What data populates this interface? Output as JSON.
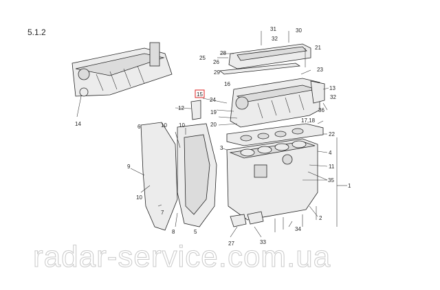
{
  "section_number": "5.1.2",
  "watermark": "radar-service.com.ua",
  "highlighted_callout": "15",
  "callouts": {
    "c1": "1",
    "c2": "2",
    "c3": "3",
    "c4": "4",
    "c5": "5",
    "c6": "6",
    "c7": "7",
    "c8": "8",
    "c9": "9",
    "c10a": "10",
    "c10b": "10",
    "c10c": "10",
    "c11": "11",
    "c12": "12",
    "c13": "13",
    "c14": "14",
    "c15": "15",
    "c16": "16",
    "c1718": "17,18",
    "c19": "19",
    "c20": "20",
    "c21": "21",
    "c22": "22",
    "c23": "23",
    "c24": "24",
    "c25": "25",
    "c26": "26",
    "c27": "27",
    "c28": "28",
    "c29": "29",
    "c30": "30",
    "c31": "31",
    "c32a": "32",
    "c32b": "32",
    "c33": "33",
    "c34": "34",
    "c35": "35",
    "c36": "36"
  },
  "colors": {
    "highlight": "#dd2222",
    "line": "#222222",
    "watermark": "#c9c9c9"
  }
}
